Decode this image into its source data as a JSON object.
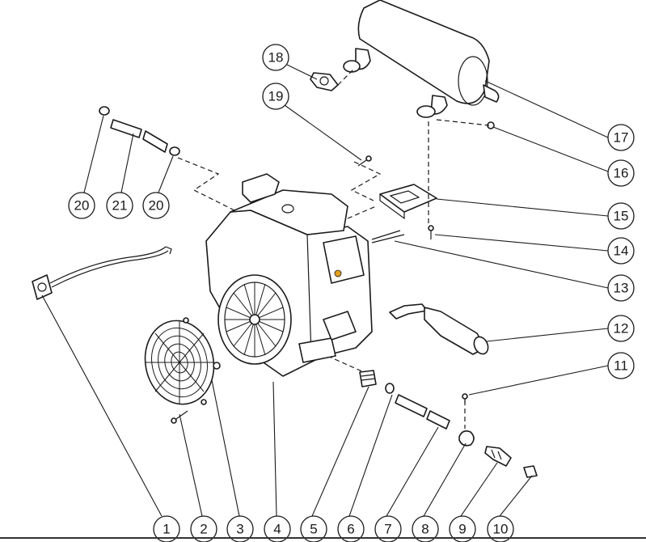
{
  "callouts": [
    {
      "label": "1"
    },
    {
      "label": "2"
    },
    {
      "label": "3"
    },
    {
      "label": "4"
    },
    {
      "label": "5"
    },
    {
      "label": "6"
    },
    {
      "label": "7"
    },
    {
      "label": "8"
    },
    {
      "label": "9"
    },
    {
      "label": "10"
    },
    {
      "label": "11"
    },
    {
      "label": "12"
    },
    {
      "label": "13"
    },
    {
      "label": "14"
    },
    {
      "label": "15"
    },
    {
      "label": "16"
    },
    {
      "label": "17"
    },
    {
      "label": "18"
    },
    {
      "label": "19"
    },
    {
      "label": "20"
    },
    {
      "label": "21"
    },
    {
      "label": "20"
    }
  ],
  "colors": {
    "line": "#1a1a1a",
    "background": "#ffffff",
    "highlight": "#e0a020"
  }
}
